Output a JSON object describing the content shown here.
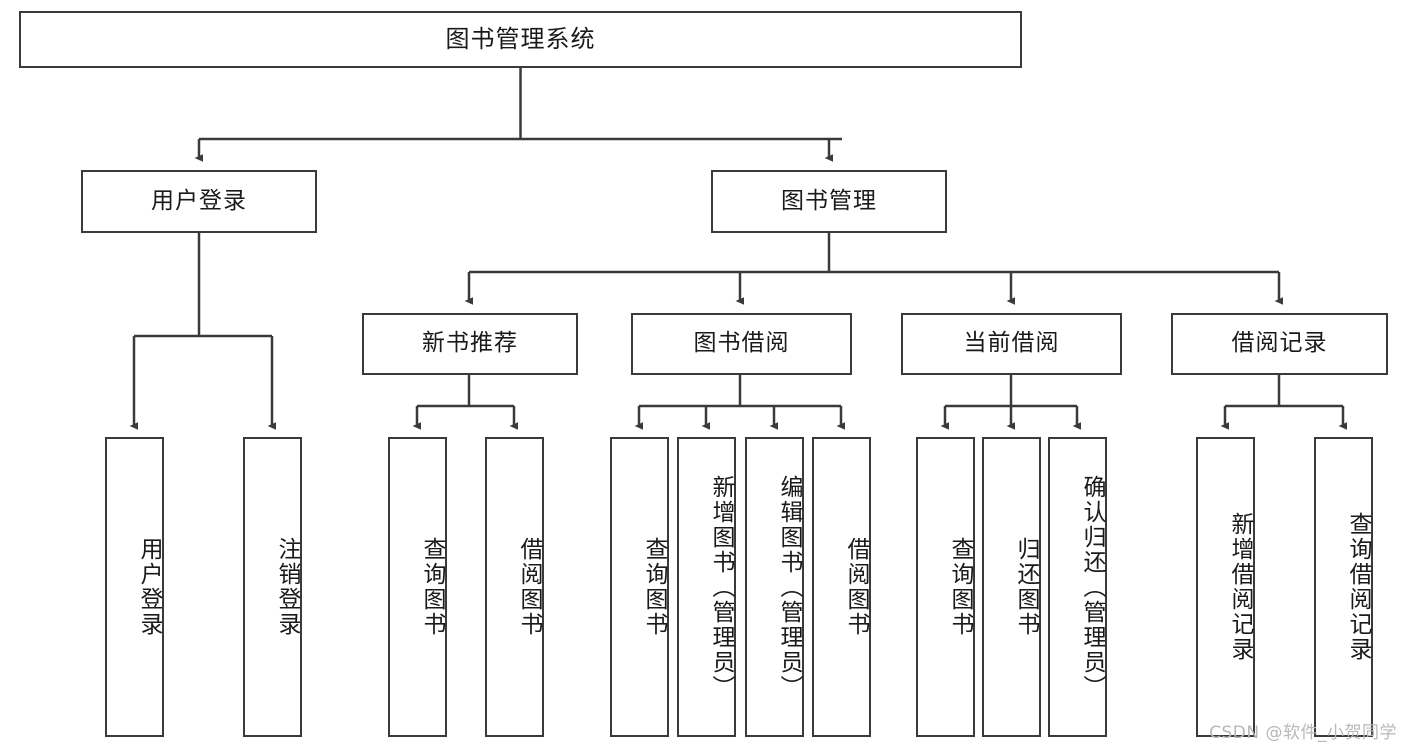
{
  "diagram": {
    "title": "图书管理系统",
    "type": "tree-structure-chart",
    "root": {
      "id": "root",
      "label": "图书管理系统"
    },
    "level1": [
      {
        "id": "user-login",
        "label": "用户登录"
      },
      {
        "id": "book-manage",
        "label": "图书管理"
      }
    ],
    "level2": [
      {
        "id": "new-book-rec",
        "label": "新书推荐",
        "parent": "book-manage"
      },
      {
        "id": "book-borrow",
        "label": "图书借阅",
        "parent": "book-manage"
      },
      {
        "id": "current-borrow",
        "label": "当前借阅",
        "parent": "book-manage"
      },
      {
        "id": "borrow-record",
        "label": "借阅记录",
        "parent": "book-manage"
      }
    ],
    "leaves": {
      "user_login": [
        {
          "id": "leaf-user-login",
          "label": "用户登录"
        },
        {
          "id": "leaf-user-logout",
          "label": "注销登录"
        }
      ],
      "new_book_rec": [
        {
          "id": "leaf-query-book-1",
          "label": "查询图书"
        },
        {
          "id": "leaf-borrow-book-1",
          "label": "借阅图书"
        }
      ],
      "book_borrow": [
        {
          "id": "leaf-query-book-2",
          "label": "查询图书"
        },
        {
          "id": "leaf-add-book",
          "label": "新增图书（管理员）"
        },
        {
          "id": "leaf-edit-book",
          "label": "编辑图书（管理员）"
        },
        {
          "id": "leaf-borrow-book-2",
          "label": "借阅图书"
        }
      ],
      "current_borrow": [
        {
          "id": "leaf-query-book-3",
          "label": "查询图书"
        },
        {
          "id": "leaf-return-book",
          "label": "归还图书"
        },
        {
          "id": "leaf-confirm-return",
          "label": "确认归还（管理员）"
        }
      ],
      "borrow_record": [
        {
          "id": "leaf-add-record",
          "label": "新增借阅记录"
        },
        {
          "id": "leaf-query-record",
          "label": "查询借阅记录"
        }
      ]
    }
  },
  "watermark": {
    "text": "CSDN @软件_小贺同学"
  },
  "colors": {
    "box_border": "#3a3a3a",
    "box_fill": "#ffffff",
    "line": "#3a3a3a",
    "text": "#1a1a1a",
    "watermark": "#b8b8b8",
    "background": "#ffffff"
  }
}
